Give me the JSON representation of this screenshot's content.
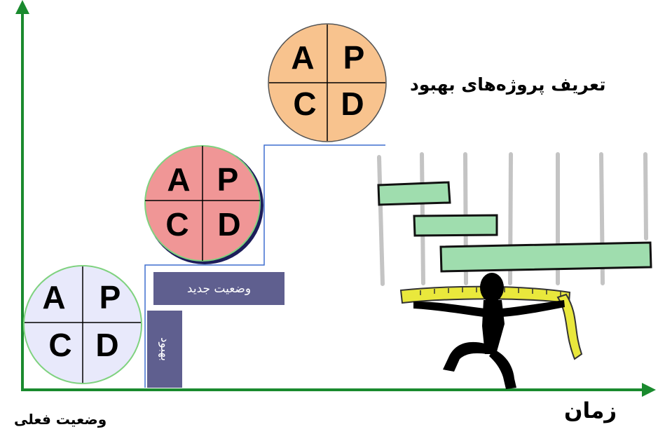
{
  "title": "تعریف پروژه‌های بهبود",
  "axis": {
    "x_label": "زمان",
    "origin_label": "وضعیت فعلی"
  },
  "boxes": {
    "new_state": "وضعیت جدید",
    "improvement": "بهبود"
  },
  "pdca_cycles": [
    {
      "name": "current",
      "fill": "#e8e9fb",
      "letters": [
        "A",
        "P",
        "C",
        "D"
      ]
    },
    {
      "name": "improved",
      "fill": "#f09696",
      "letters": [
        "A",
        "P",
        "C",
        "D"
      ]
    },
    {
      "name": "projects",
      "fill": "#f8c38e",
      "letters": [
        "A",
        "P",
        "C",
        "D"
      ]
    }
  ],
  "colors": {
    "axis": "#1a8a2e",
    "bar": "#9fddae",
    "box": "#5f5f8f",
    "step_line": "#3e6fcf",
    "tape": "#e9e83c"
  },
  "icons": [
    "person-lifting-icon",
    "measuring-tape-icon"
  ]
}
